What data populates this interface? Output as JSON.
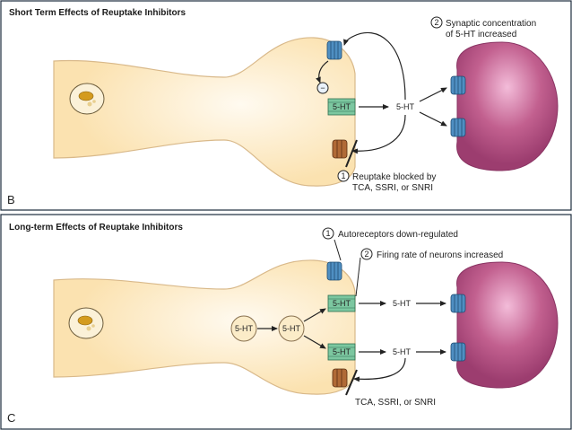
{
  "colors": {
    "neuron_fill": "#fbe6b6",
    "neuron_stroke": "#d9b98a",
    "post_fill": "#b24c82",
    "receptor_blue": "#3c7fb3",
    "transporter_green": "#6fbf97",
    "transporter_brown": "#a05b2c",
    "arrow": "#222222",
    "border": "#1c2b3c"
  },
  "panel_b": {
    "title": "Short Term Effects of Reuptake Inhibitors",
    "letter": "B",
    "minus_symbol": "−",
    "transporter_label": "5-HT",
    "synapse_label": "5-HT",
    "step1": {
      "number": "1",
      "line1": "Reuptake blocked by",
      "line2": "TCA, SSRI, or SNRI"
    },
    "step2": {
      "number": "2",
      "line1": "Synaptic concentration",
      "line2": "of 5-HT increased"
    }
  },
  "panel_c": {
    "title": "Long-term Effects of Reuptake Inhibitors",
    "letter": "C",
    "vesicle1_label": "5-HT",
    "vesicle2_label": "5-HT",
    "transporter1_label": "5-HT",
    "transporter2_label": "5-HT",
    "synapse1_label": "5-HT",
    "synapse2_label": "5-HT",
    "step1": {
      "number": "1",
      "text": "Autoreceptors down-regulated"
    },
    "step2": {
      "number": "2",
      "text": "Firing rate of neurons increased"
    },
    "drugs": "TCA, SSRI, or SNRI"
  }
}
